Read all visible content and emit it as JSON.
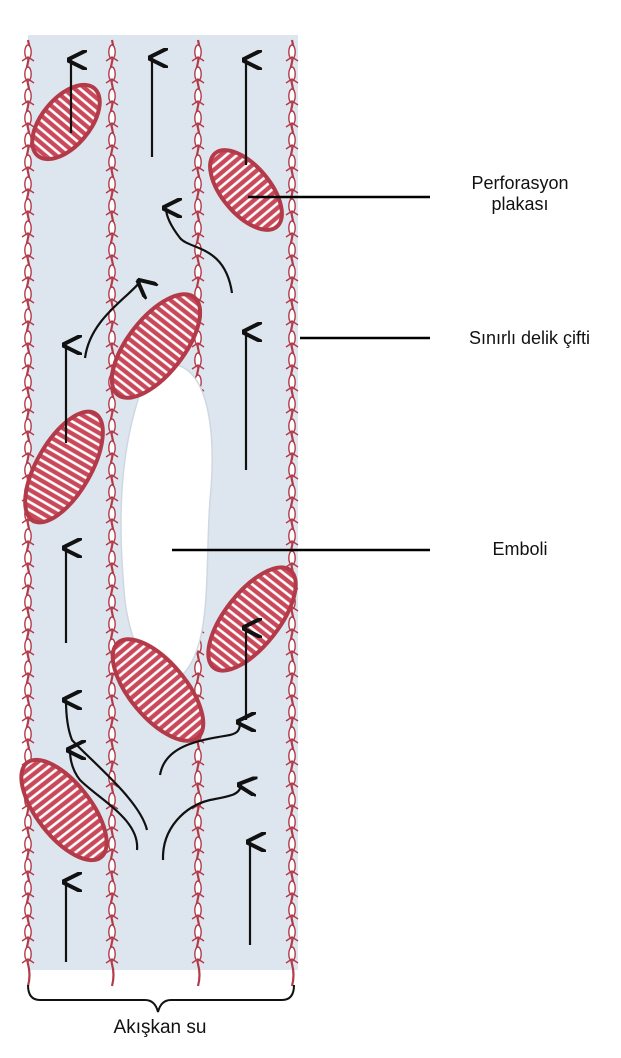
{
  "labels": {
    "perforation_plate_line1": "Perforasyon",
    "perforation_plate_line2": "plakası",
    "bordered_pit_pair": "Sınırlı delik çifti",
    "embolism": "Emboli",
    "water_flow": "Akışkan su"
  },
  "colors": {
    "vessel_fill": "#dde6ef",
    "wall": "#b33a48",
    "plate_fill": "#c9485a",
    "plate_stripe": "#ffffff",
    "arrow": "#111111",
    "embolism": "#ffffff"
  }
}
